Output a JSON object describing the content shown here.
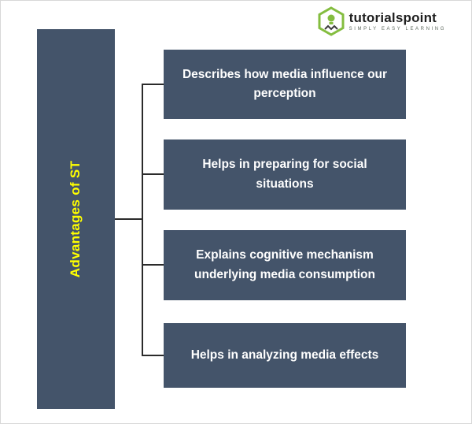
{
  "logo": {
    "brand": "tutorialspoint",
    "tagline": "SIMPLY EASY LEARNING"
  },
  "diagram": {
    "root": {
      "label": "Advantages of ST"
    },
    "items": [
      {
        "label": "Describes how media influence our perception"
      },
      {
        "label": "Helps in preparing for social situations"
      },
      {
        "label": "Explains cognitive mechanism underlying media consumption"
      },
      {
        "label": "Helps in analyzing media effects"
      }
    ]
  },
  "colors": {
    "node_fill": "#44546A",
    "root_text": "#FFFF00",
    "item_text": "#FFFFFF",
    "connector": "#2B2B2B",
    "logo_green": "#84BD3F",
    "logo_text": "#1F1F1F"
  }
}
